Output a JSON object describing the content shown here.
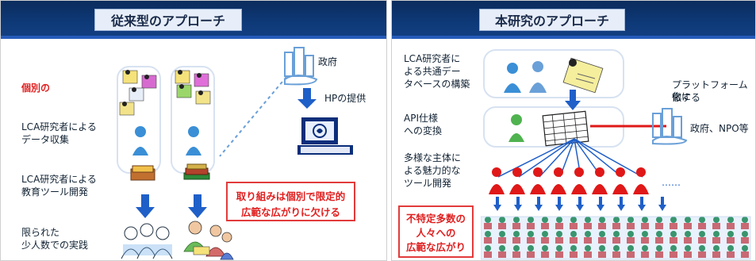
{
  "left": {
    "title": "従来型のアプローチ",
    "labels": {
      "individual": "個別の",
      "lca_collect_1": "LCA研究者による",
      "lca_collect_2": "データ収集",
      "edu_dev_1": "LCA研究者による",
      "edu_dev_2": "教育ツール開発",
      "limited_1": "限られた",
      "limited_2": "少人数での実践",
      "gov": "政府",
      "hp": "HPの提供"
    },
    "callout": {
      "line1": "取り組みは個別で限定的",
      "line2": "広範な広がりに欠ける"
    }
  },
  "right": {
    "title": "本研究のアプローチ",
    "labels": {
      "db_1": "LCA研究者に",
      "db_2": "よる共通デー",
      "db_3": "タベースの構築",
      "api_1": "API仕様",
      "api_2": "への変換",
      "multi_1": "多様な主体に",
      "multi_2": "よる魅力的な",
      "multi_3": "ツール開発",
      "platform_1": "プラットフォーム化に",
      "platform_2": "徹する",
      "gov_npo": "政府、NPO等",
      "ellipsis": "……"
    },
    "callout": {
      "line1": "不特定多数の",
      "line2": "人々への",
      "line3": "広範な広がり"
    }
  },
  "colors": {
    "header": "#0e3a79",
    "accent_blue": "#1f5fc8",
    "person_blue": "#3a8fd6",
    "person_green": "#4fb34f",
    "person_red": "#e01818",
    "callout_red": "#e02020"
  }
}
